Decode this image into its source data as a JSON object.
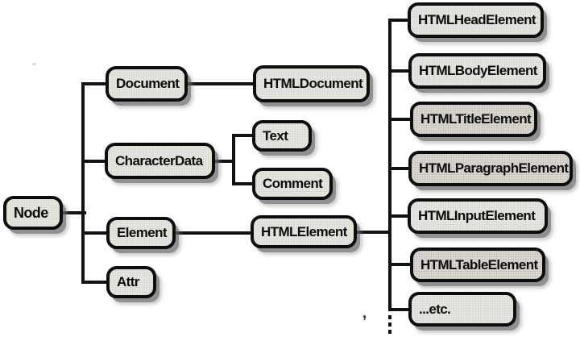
{
  "diagram": {
    "type": "tree",
    "description_root": "Node",
    "nodes": {
      "node": {
        "label": "Node"
      },
      "document": {
        "label": "Document"
      },
      "characterData": {
        "label": "CharacterData"
      },
      "element": {
        "label": "Element"
      },
      "attr": {
        "label": "Attr"
      },
      "htmlDocument": {
        "label": "HTMLDocument"
      },
      "text": {
        "label": "Text"
      },
      "comment": {
        "label": "Comment"
      },
      "htmlElement": {
        "label": "HTMLElement"
      },
      "htmlHeadElement": {
        "label": "HTMLHeadElement"
      },
      "htmlBodyElement": {
        "label": "HTMLBodyElement"
      },
      "htmlTitleElement": {
        "label": "HTMLTitleElement"
      },
      "htmlParagraphElement": {
        "label": "HTMLParagraphElement"
      },
      "htmlInputElement": {
        "label": "HTMLInputElement"
      },
      "htmlTableElement": {
        "label": "HTMLTableElement"
      },
      "etc": {
        "label": "...etc."
      }
    },
    "edges": [
      {
        "from": "Node",
        "to": "Document"
      },
      {
        "from": "Node",
        "to": "CharacterData"
      },
      {
        "from": "Node",
        "to": "Element"
      },
      {
        "from": "Node",
        "to": "Attr"
      },
      {
        "from": "Document",
        "to": "HTMLDocument"
      },
      {
        "from": "CharacterData",
        "to": "Text"
      },
      {
        "from": "CharacterData",
        "to": "Comment"
      },
      {
        "from": "Element",
        "to": "HTMLElement"
      },
      {
        "from": "HTMLElement",
        "to": "HTMLHeadElement"
      },
      {
        "from": "HTMLElement",
        "to": "HTMLBodyElement"
      },
      {
        "from": "HTMLElement",
        "to": "HTMLTitleElement"
      },
      {
        "from": "HTMLElement",
        "to": "HTMLParagraphElement"
      },
      {
        "from": "HTMLElement",
        "to": "HTMLInputElement"
      },
      {
        "from": "HTMLElement",
        "to": "HTMLTableElement"
      },
      {
        "from": "HTMLElement",
        "to": "...etc."
      }
    ],
    "colors": {
      "background": "#ffffff",
      "box_fill": "#e8e6e1",
      "box_border": "#0d0d0d",
      "connector": "#111111",
      "shadow": "#5f5f5f"
    },
    "stray_mark": ","
  }
}
